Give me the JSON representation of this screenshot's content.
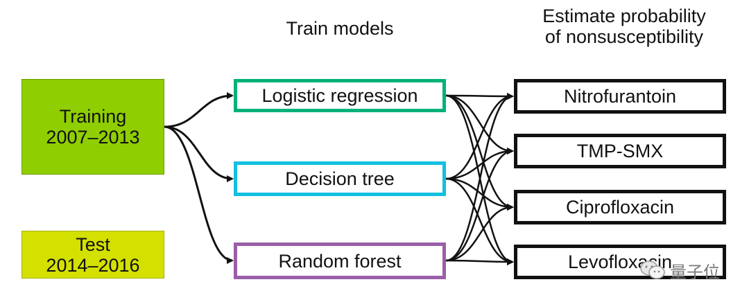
{
  "headings": {
    "train_models": "Train models",
    "estimate_line1": "Estimate probability",
    "estimate_line2": "of nonsusceptibility"
  },
  "data_boxes": {
    "training": {
      "line1": "Training",
      "line2": "2007–2013",
      "color": "#8fce00"
    },
    "test": {
      "line1": "Test",
      "line2": "2014–2016",
      "color": "#d4e000"
    }
  },
  "models": [
    {
      "label": "Logistic regression",
      "color": "#00b27a"
    },
    {
      "label": "Decision tree",
      "color": "#12c0e0"
    },
    {
      "label": "Random forest",
      "color": "#9a5fa8"
    }
  ],
  "outputs": [
    {
      "label": "Nitrofurantoin"
    },
    {
      "label": "TMP-SMX"
    },
    {
      "label": "Ciprofloxacin"
    },
    {
      "label": "Levofloxacin"
    }
  ],
  "watermark": {
    "text": "量子位",
    "icon": "wechat-icon"
  }
}
